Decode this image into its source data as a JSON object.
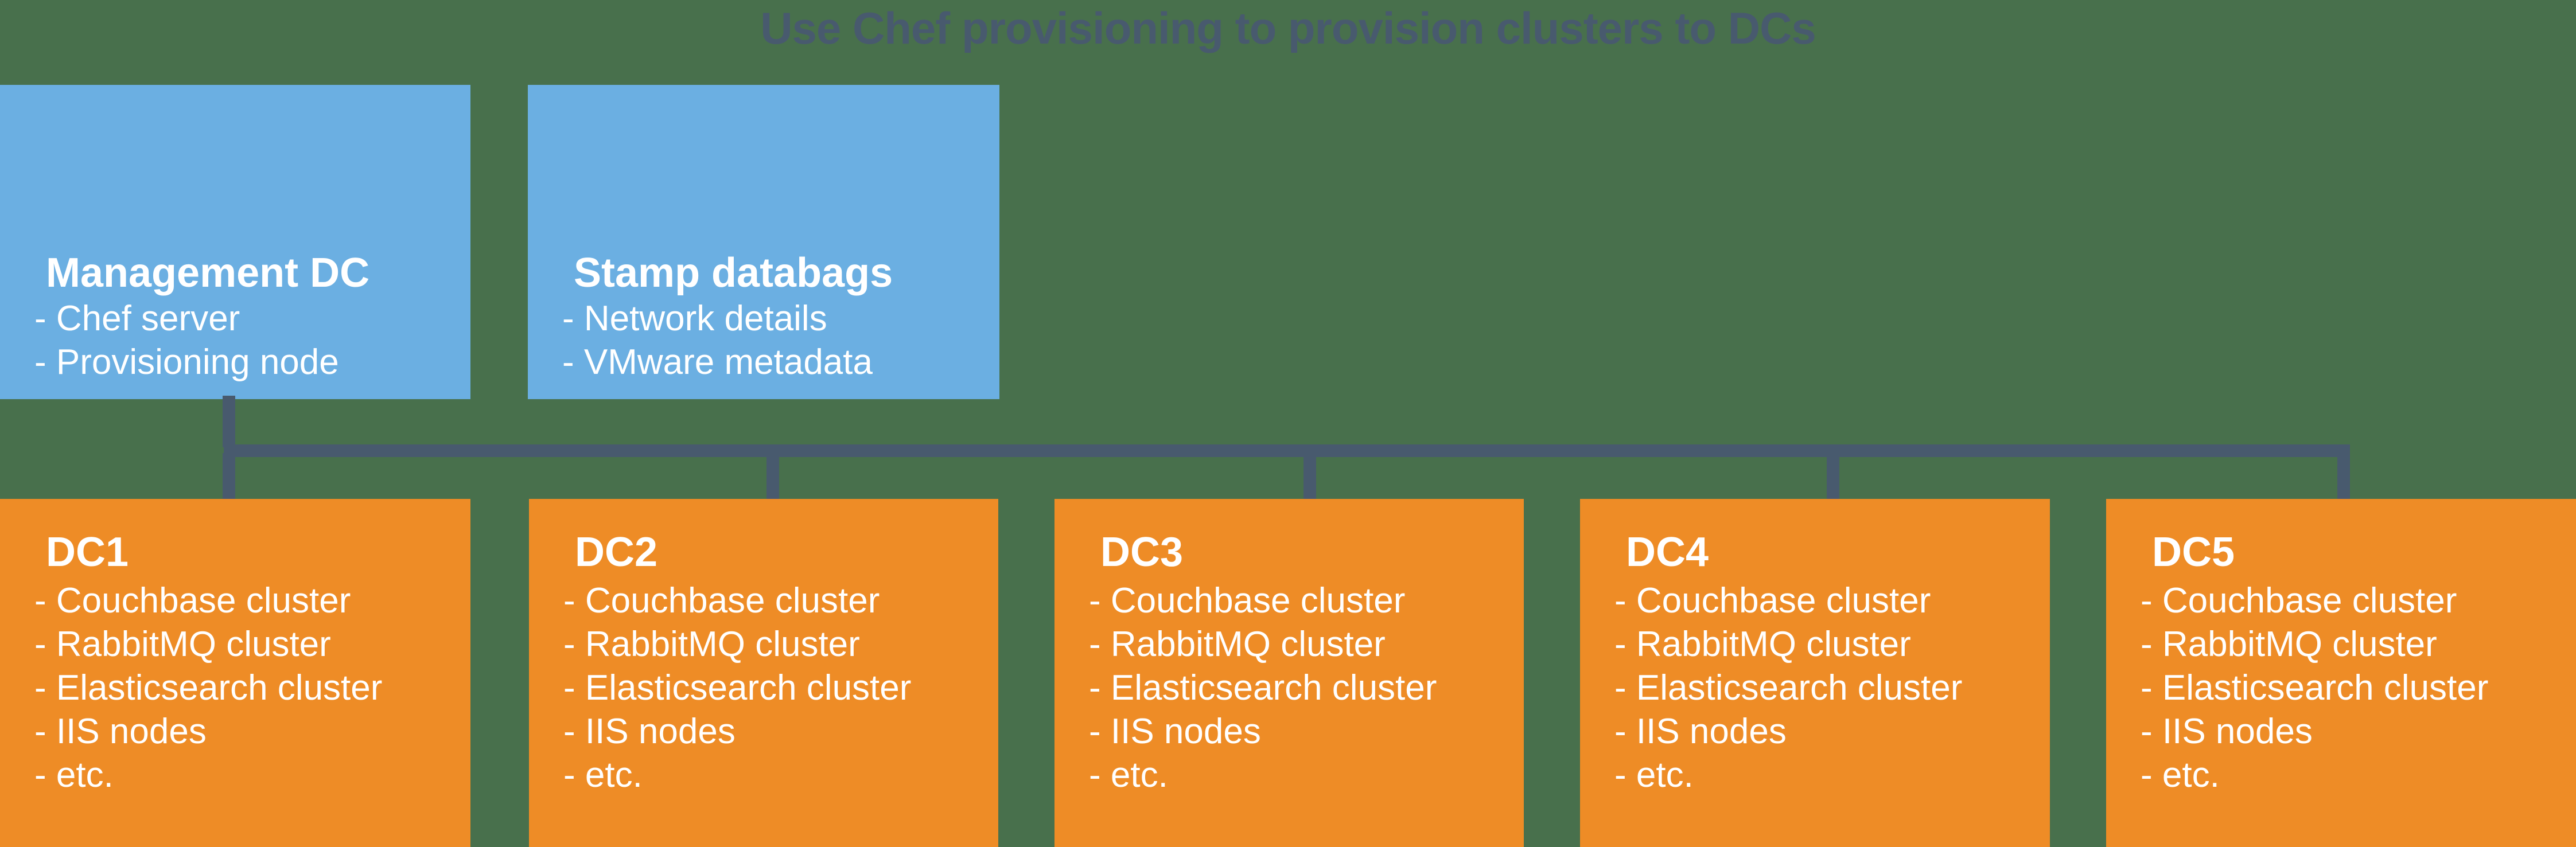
{
  "diagram": {
    "title": "Use Chef provisioning to provision clusters to DCs",
    "colors": {
      "background": "#48704C",
      "management_node": "#6BAFE2",
      "datacenter_node": "#EE8C26",
      "connector": "#485A6E",
      "title_text": "#485A6E",
      "node_text": "#FFFFFF"
    },
    "top_row": [
      {
        "heading": "Management DC",
        "bullets": [
          "- Chef server",
          "- Provisioning node"
        ]
      },
      {
        "heading": "Stamp databags",
        "bullets": [
          "- Network details",
          "- VMware metadata"
        ]
      }
    ],
    "bottom_row": [
      {
        "heading": "DC1",
        "bullets": [
          "- Couchbase cluster",
          "- RabbitMQ cluster",
          "- Elasticsearch cluster",
          "- IIS nodes",
          "- etc."
        ]
      },
      {
        "heading": "DC2",
        "bullets": [
          "- Couchbase cluster",
          "- RabbitMQ cluster",
          "- Elasticsearch cluster",
          "- IIS nodes",
          "- etc."
        ]
      },
      {
        "heading": "DC3",
        "bullets": [
          "- Couchbase cluster",
          "- RabbitMQ cluster",
          "- Elasticsearch cluster",
          "- IIS nodes",
          "- etc."
        ]
      },
      {
        "heading": "DC4",
        "bullets": [
          "- Couchbase cluster",
          "- RabbitMQ cluster",
          "- Elasticsearch cluster",
          "- IIS nodes",
          "- etc."
        ]
      },
      {
        "heading": "DC5",
        "bullets": [
          "- Couchbase cluster",
          "- RabbitMQ cluster",
          "- Elasticsearch cluster",
          "- IIS nodes",
          "- etc."
        ]
      }
    ]
  }
}
